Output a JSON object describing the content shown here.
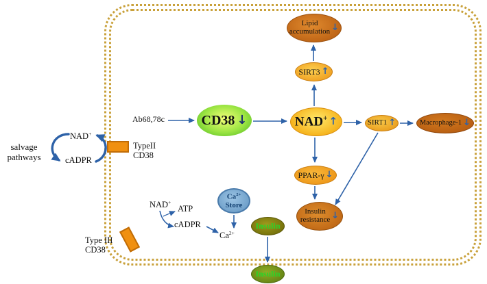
{
  "colors": {
    "arrow_blue": "#2e62a8",
    "membrane_gold": "#c9a13b",
    "protein_orange": "#f09010",
    "cd38_green": "#7ddc36",
    "nad_yellow": "#f6b41e",
    "node_orange": "#ec9214",
    "dark_orange_brown": "#b95f12",
    "ca_store_blue": "#79a8cf",
    "insulin_text_green": "#2ad42a"
  },
  "nodes": {
    "lipid_accumulation": {
      "line1": "Lipid",
      "line2": "accumulation",
      "trend": "↓"
    },
    "sirt3": {
      "label": "SIRT3",
      "trend": "↑"
    },
    "cd38": {
      "label": "CD38",
      "trend": "↓"
    },
    "nad": {
      "base": "NAD",
      "sup": "+",
      "trend": "↑"
    },
    "sirt1": {
      "label": "SIRT1",
      "trend": "↑"
    },
    "macrophage1": {
      "label": "Macrophage-1",
      "trend": "↓"
    },
    "ppar_gamma": {
      "label": "PPAR-γ",
      "trend": "↓"
    },
    "insulin_resistance": {
      "line1": "Insulin",
      "line2": "resistance",
      "trend": "↓"
    },
    "ca_store": {
      "base": "Ca",
      "sup": "2+",
      "line2": "Store"
    },
    "insulin_inner": {
      "label": "Insulin"
    },
    "insulin_outer": {
      "label": "Insulin"
    }
  },
  "labels": {
    "antibody": "Ab68,78c",
    "salvage": {
      "line1": "salvage",
      "line2": "pathways"
    },
    "nad_cycle": {
      "base": "NAD",
      "sup": "+"
    },
    "cadpr_cycle": "cADPR",
    "type2": {
      "line1": "TypeII",
      "line2": "CD38"
    },
    "nad_bottom": {
      "base": "NAD",
      "sup": "+"
    },
    "atp": "ATP",
    "cadpr_bottom": "cADPR",
    "ca_ion": {
      "base": "Ca",
      "sup": "2+"
    },
    "type3": {
      "line1": "Type III",
      "line2": "CD38"
    }
  }
}
